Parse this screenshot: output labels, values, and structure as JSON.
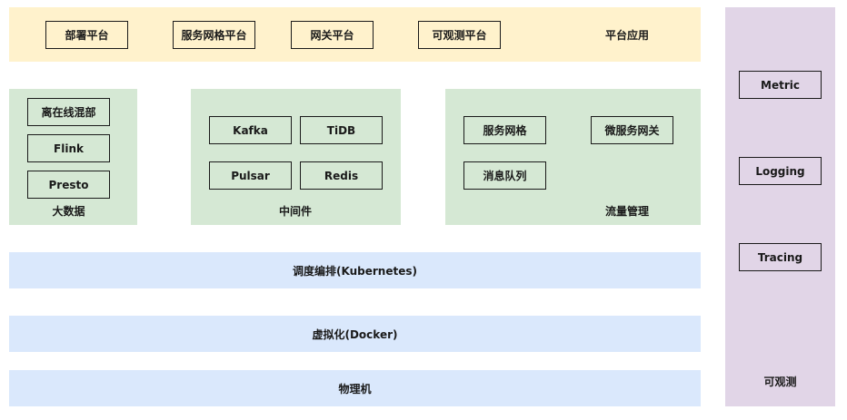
{
  "platform": {
    "deploy": "部署平台",
    "mesh_platform": "服务网格平台",
    "gateway": "网关平台",
    "observability_platform": "可观测平台",
    "title": "平台应用"
  },
  "bigdata": {
    "items": [
      "离在线混部",
      "Flink",
      "Presto"
    ],
    "title": "大数据"
  },
  "middleware": {
    "items": [
      "Kafka",
      "TiDB",
      "Pulsar",
      "Redis"
    ],
    "title": "中间件"
  },
  "traffic": {
    "items": [
      "服务网格",
      "微服务网关",
      "消息队列"
    ],
    "title": "流量管理"
  },
  "layers": {
    "orchestration": "调度编排(Kubernetes)",
    "virtualization": "虚拟化(Docker)",
    "physical": "物理机"
  },
  "observability": {
    "items": [
      "Metric",
      "Logging",
      "Tracing"
    ],
    "title": "可观测"
  },
  "colors": {
    "platform_bg": "#fff2cc",
    "component_bg": "#d5e8d4",
    "layer_bg": "#dae8fc",
    "observability_bg": "#e1d5e7"
  }
}
